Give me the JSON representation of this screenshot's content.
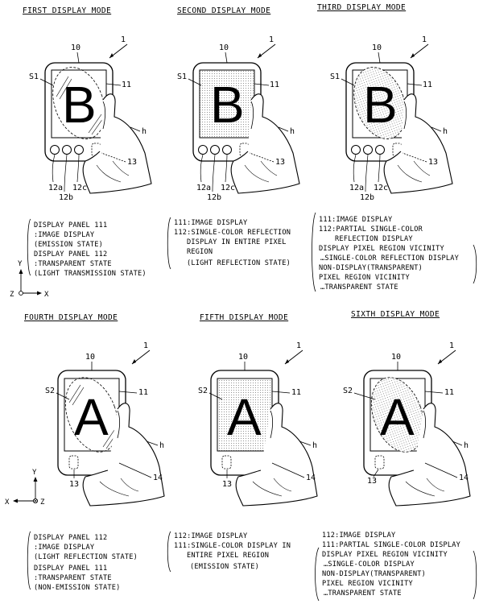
{
  "panels": [
    {
      "title": "FIRST DISPLAY MODE",
      "letter": "B",
      "labels": {
        "device": "1",
        "body": "10",
        "panel": "11",
        "region": "S1",
        "hand": "h",
        "key": "13",
        "btn_a": "12a",
        "btn_b": "12b",
        "btn_c": "12c"
      },
      "screen": "clear",
      "desc": [
        "DISPLAY PANEL 111",
        ":IMAGE DISPLAY",
        "(EMISSION STATE)",
        "DISPLAY PANEL 112",
        ":TRANSPARENT STATE",
        "(LIGHT TRANSMISSION STATE)"
      ]
    },
    {
      "title": "SECOND DISPLAY MODE",
      "letter": "B",
      "labels": {
        "device": "1",
        "body": "10",
        "panel": "11",
        "region": "S1",
        "hand": "h",
        "key": "13",
        "btn_a": "12a",
        "btn_b": "12b",
        "btn_c": "12c"
      },
      "screen": "full",
      "desc": [
        "111:IMAGE DISPLAY",
        "112:SINGLE-COLOR REFLECTION",
        "DISPLAY IN ENTIRE PIXEL",
        "REGION",
        "(LIGHT REFLECTION STATE)"
      ]
    },
    {
      "title": "THIRD DISPLAY MODE",
      "letter": "B",
      "labels": {
        "device": "1",
        "body": "10",
        "panel": "11",
        "region": "S1",
        "hand": "h",
        "key": "13",
        "btn_a": "12a",
        "btn_b": "12b",
        "btn_c": "12c"
      },
      "screen": "partial",
      "desc": [
        "111:IMAGE DISPLAY",
        "112:PARTIAL SINGLE-COLOR",
        "REFLECTION DISPLAY",
        "DISPLAY PIXEL REGION VICINITY",
        "…SINGLE-COLOR REFLECTION DISPLAY",
        "NON-DISPLAY(TRANSPARENT)",
        "PIXEL REGION VICINITY",
        "…TRANSPARENT STATE"
      ]
    },
    {
      "title": "FOURTH DISPLAY MODE",
      "letter": "A",
      "labels": {
        "device": "1",
        "body": "10",
        "panel": "11",
        "region": "S2",
        "hand": "h",
        "key": "13",
        "btn": "14"
      },
      "screen": "clear",
      "desc": [
        "DISPLAY PANEL 112",
        ":IMAGE DISPLAY",
        "(LIGHT REFLECTION STATE)",
        "DISPLAY PANEL 111",
        ":TRANSPARENT STATE",
        "(NON-EMISSION STATE)"
      ]
    },
    {
      "title": "FIFTH DISPLAY MODE",
      "letter": "A",
      "labels": {
        "device": "1",
        "body": "10",
        "panel": "11",
        "region": "S2",
        "hand": "h",
        "key": "13",
        "btn": "14"
      },
      "screen": "full",
      "desc": [
        "112:IMAGE DISPLAY",
        "111:SINGLE-COLOR DISPLAY IN",
        "ENTIRE PIXEL REGION",
        "(EMISSION STATE)"
      ]
    },
    {
      "title": "SIXTH DISPLAY MODE",
      "letter": "A",
      "labels": {
        "device": "1",
        "body": "10",
        "panel": "11",
        "region": "S2",
        "hand": "h",
        "key": "13",
        "btn": "14"
      },
      "screen": "partial",
      "desc": [
        "112:IMAGE DISPLAY",
        "111:PARTIAL SINGLE-COLOR DISPLAY",
        "DISPLAY PIXEL REGION VICINITY",
        "…SINGLE-COLOR DISPLAY",
        "NON-DISPLAY(TRANSPARENT)",
        "PIXEL REGION VICINITY",
        "…TRANSPARENT STATE"
      ]
    }
  ],
  "axes_top": {
    "x": "X",
    "y": "Y",
    "z": "Z"
  },
  "axes_bottom": {
    "x": "X",
    "y": "Y",
    "z": "Z"
  }
}
